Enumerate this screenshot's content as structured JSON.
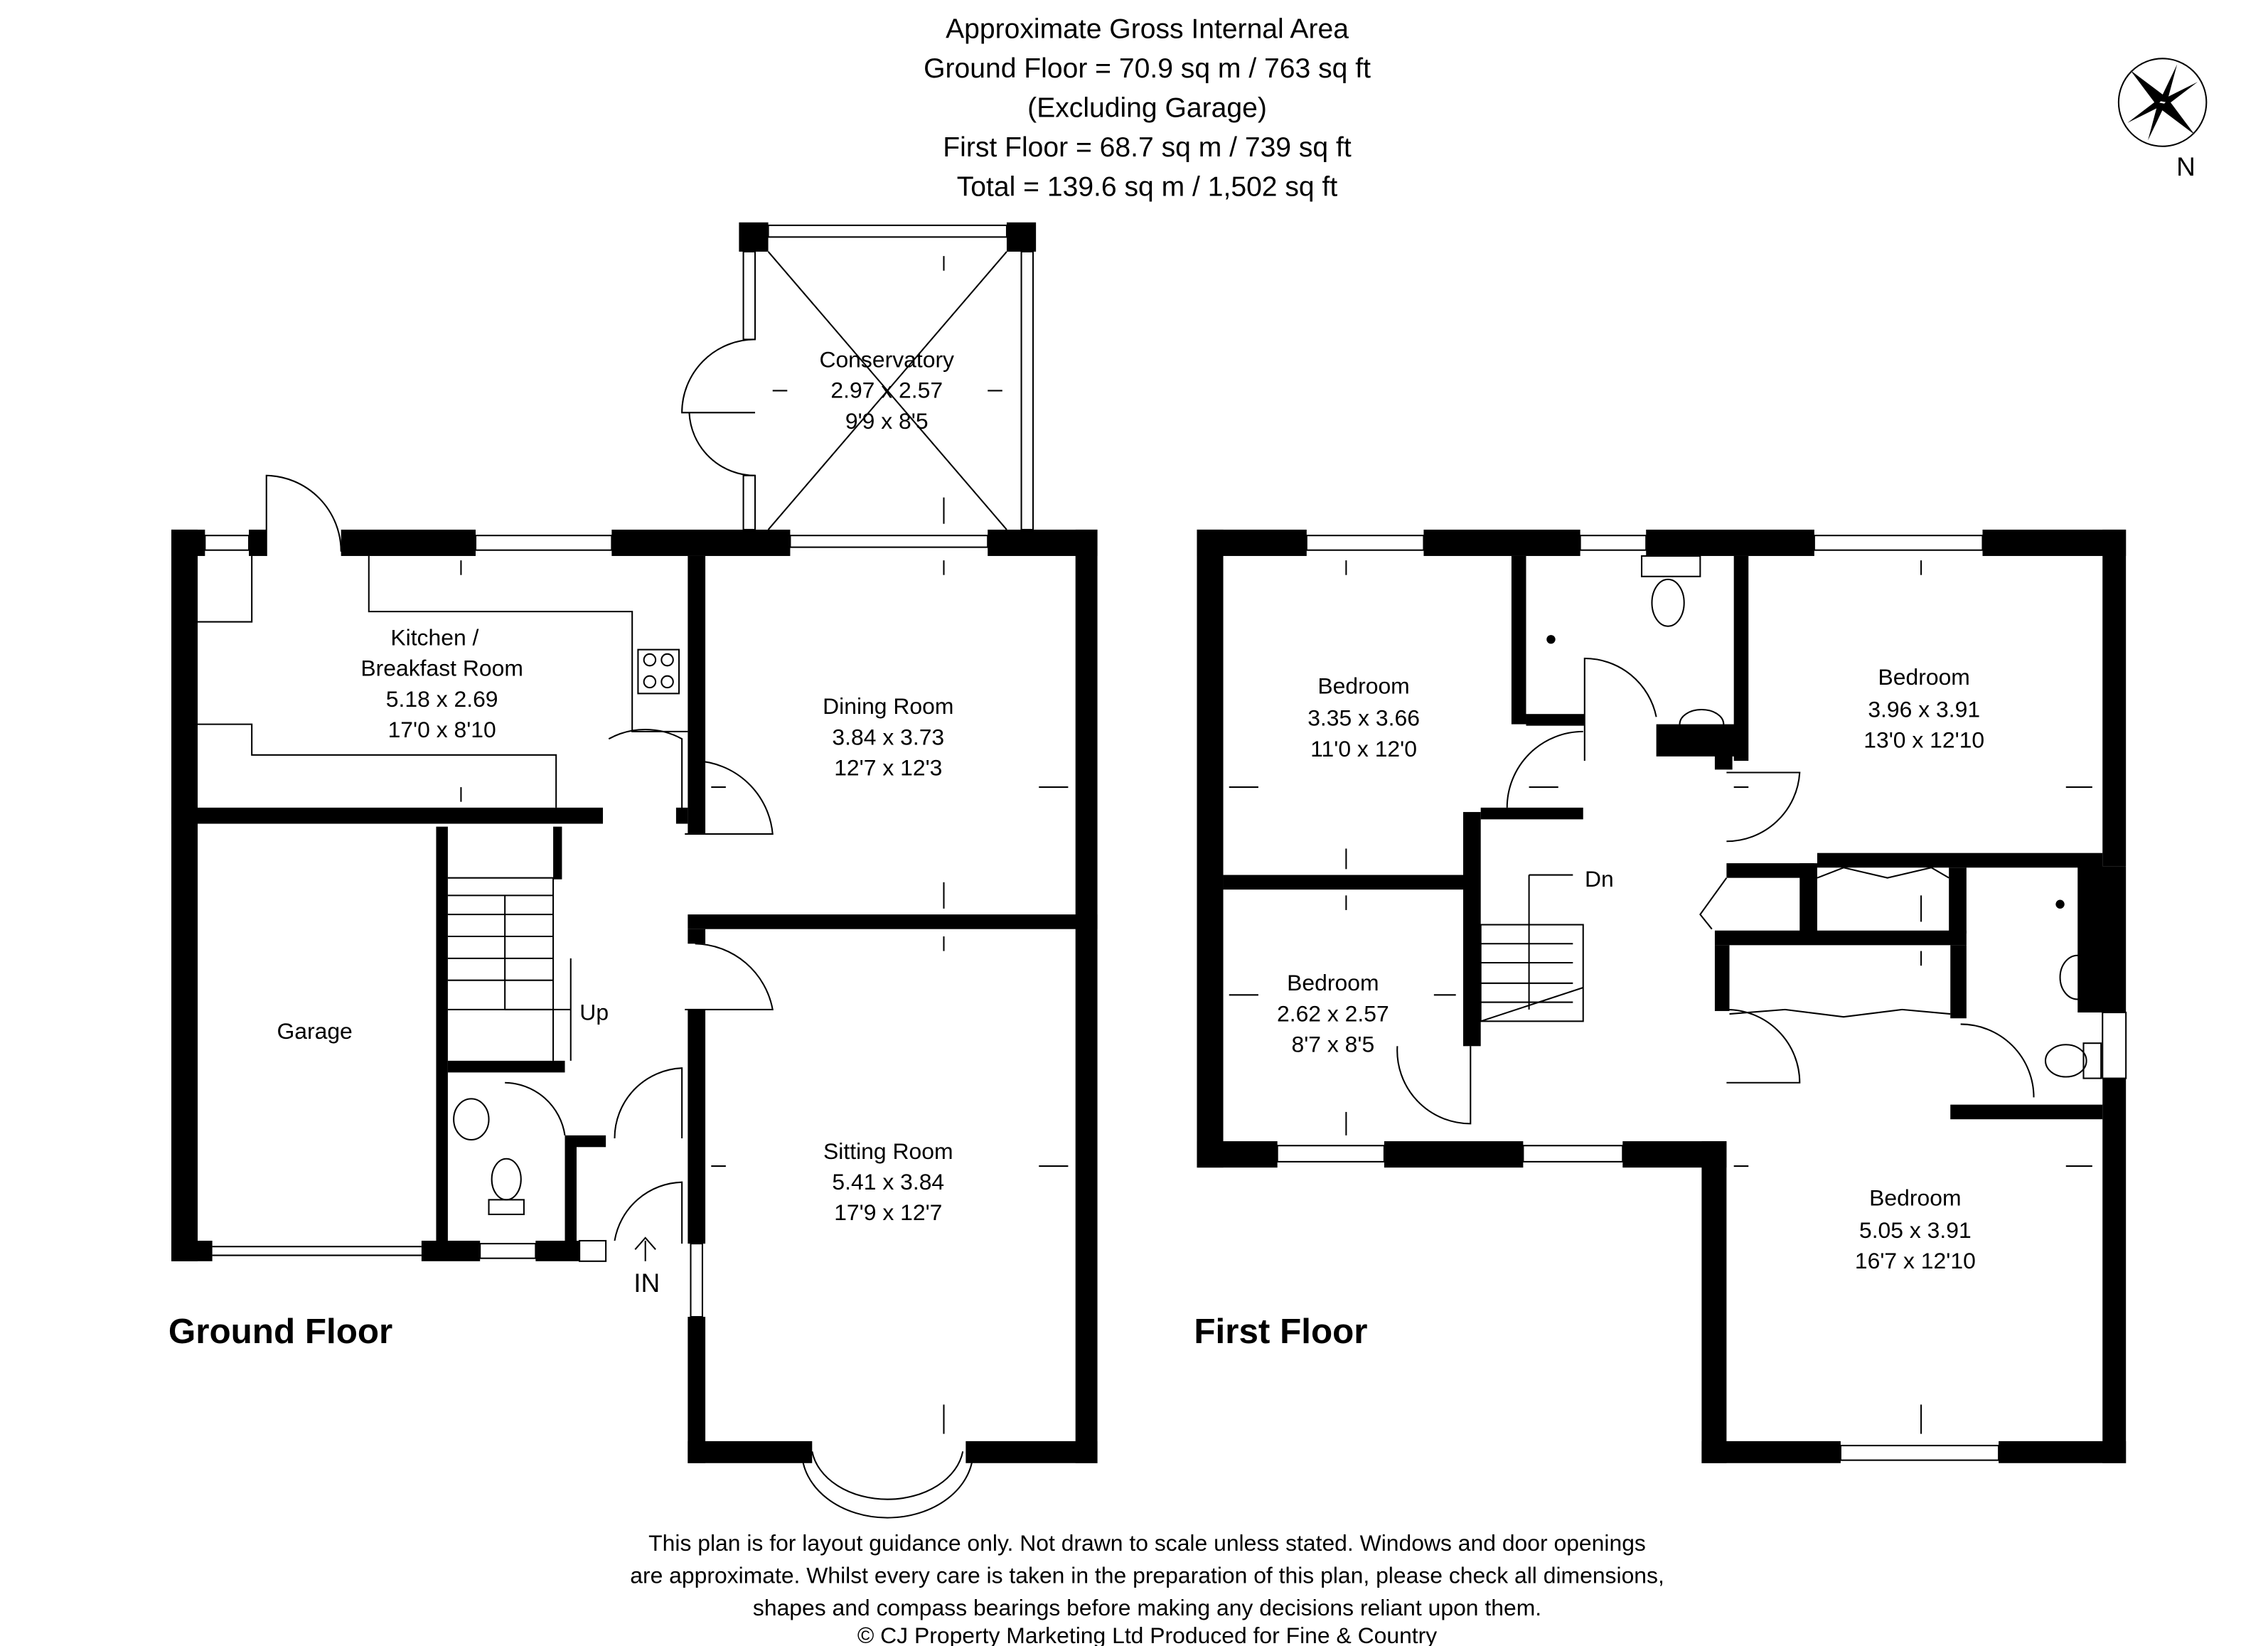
{
  "header": {
    "lines": [
      "Approximate Gross Internal Area",
      "Ground Floor = 70.9 sq m / 763 sq ft",
      "(Excluding Garage)",
      "First Floor = 68.7 sq m / 739 sq ft",
      "Total = 139.6 sq m / 1,502 sq ft"
    ]
  },
  "compass": {
    "label": "N",
    "icon": "compass-rose-icon"
  },
  "ground_floor": {
    "title": "Ground Floor",
    "rooms": [
      {
        "name": "Conservatory",
        "metric": "2.97 x 2.57",
        "imperial": "9'9 x 8'5"
      },
      {
        "name_line1": "Kitchen /",
        "name_line2": "Breakfast Room",
        "metric": "5.18 x 2.69",
        "imperial": "17'0 x 8'10"
      },
      {
        "name": "Dining Room",
        "metric": "3.84 x 3.73",
        "imperial": "12'7 x 12'3"
      },
      {
        "name": "Garage"
      },
      {
        "name": "Sitting Room",
        "metric": "5.41 x 3.84",
        "imperial": "17'9 x 12'7"
      }
    ],
    "stairs_label": "Up",
    "entrance_label": "IN"
  },
  "first_floor": {
    "title": "First Floor",
    "rooms": [
      {
        "name": "Bedroom",
        "metric": "3.35 x 3.66",
        "imperial": "11'0 x 12'0"
      },
      {
        "name": "Bedroom",
        "metric": "3.96 x 3.91",
        "imperial": "13'0 x 12'10"
      },
      {
        "name": "Bedroom",
        "metric": "2.62 x 2.57",
        "imperial": "8'7 x 8'5"
      },
      {
        "name": "Bedroom",
        "metric": "5.05 x 3.91",
        "imperial": "16'7 x 12'10"
      }
    ],
    "stairs_label": "Dn"
  },
  "footer": {
    "lines": [
      "This plan is for layout guidance only. Not drawn to scale unless stated. Windows and door openings",
      "are approximate. Whilst every care is taken in the preparation of this plan, please check all dimensions,",
      "shapes and compass bearings before making any decisions reliant upon them.",
      "© CJ Property Marketing Ltd Produced for Fine & Country"
    ]
  }
}
